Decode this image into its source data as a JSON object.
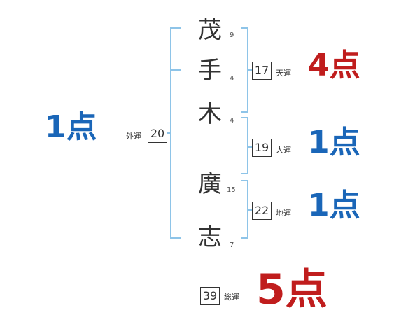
{
  "colors": {
    "bracket": "#8ec4e8",
    "good": "#1a66b8",
    "best": "#c01d1d",
    "text": "#333333"
  },
  "name": {
    "chars": [
      {
        "char": "茂",
        "strokes": "9"
      },
      {
        "char": "手",
        "strokes": "4"
      },
      {
        "char": "木",
        "strokes": "4"
      },
      {
        "char": "廣",
        "strokes": "15"
      },
      {
        "char": "志",
        "strokes": "7"
      }
    ]
  },
  "fortunes": {
    "tenkaku": {
      "value": "17",
      "label": "天運",
      "score": "4点"
    },
    "jinkaku": {
      "value": "19",
      "label": "人運",
      "score": "1点"
    },
    "chikaku": {
      "value": "22",
      "label": "地運",
      "score": "1点"
    },
    "gaikaku": {
      "value": "20",
      "label": "外運",
      "score": "1点"
    },
    "soukaku": {
      "value": "39",
      "label": "総運",
      "score": "5点"
    }
  }
}
